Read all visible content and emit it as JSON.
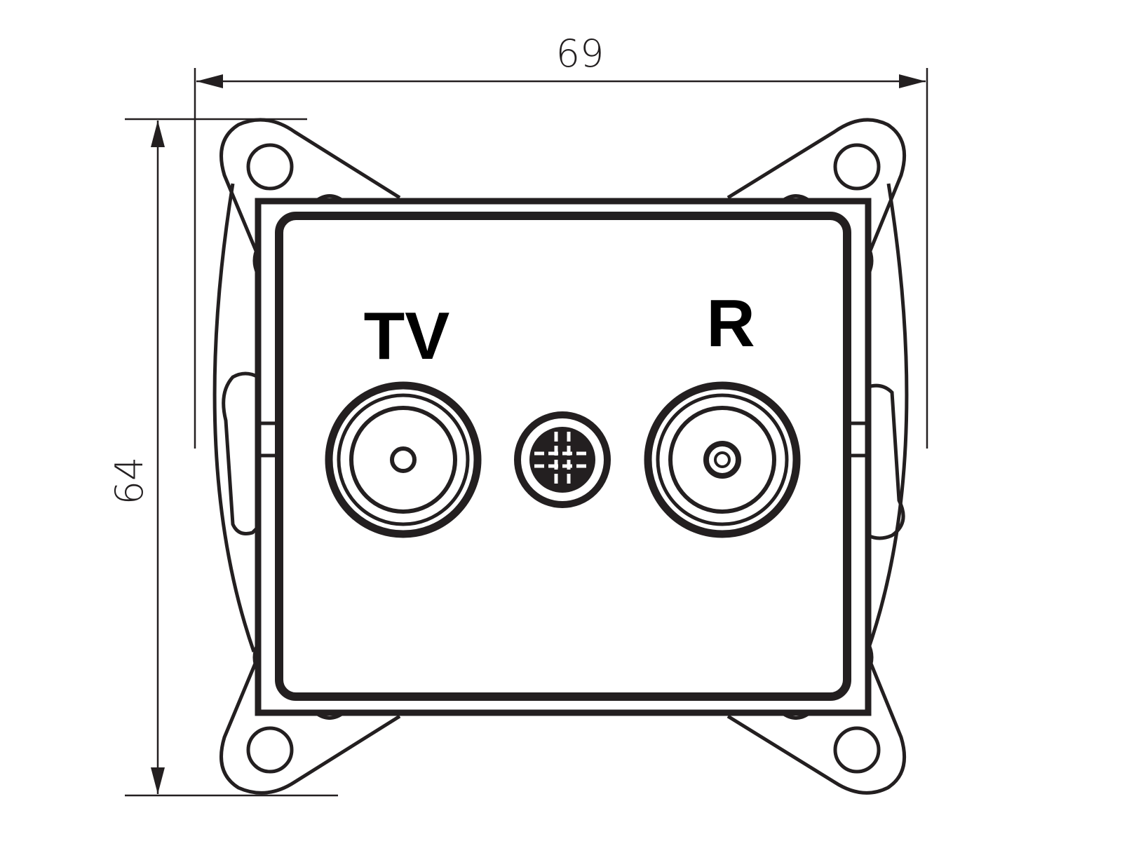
{
  "dimensions": {
    "width_label": "69",
    "height_label": "64"
  },
  "sockets": {
    "tv_label": "TV",
    "radio_label": "R"
  },
  "colors": {
    "line": "#231f20",
    "background": "#ffffff"
  }
}
